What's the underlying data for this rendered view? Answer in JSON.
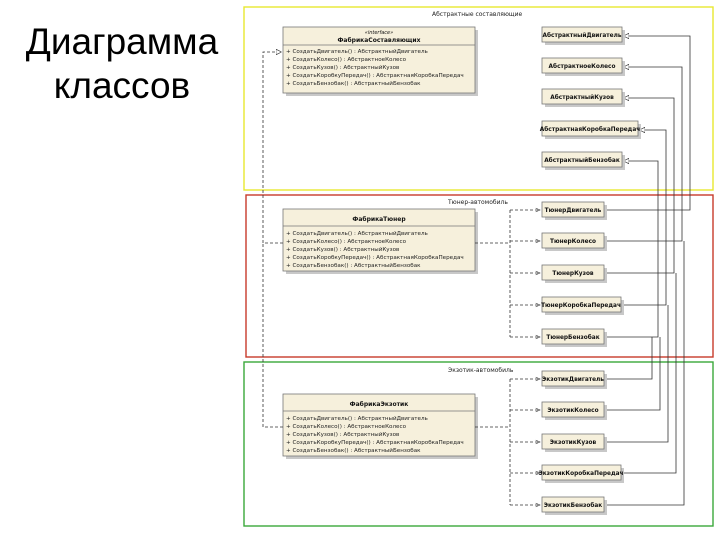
{
  "slide": {
    "title_line1": "Диаграмма",
    "title_line2": "классов"
  },
  "packages": [
    {
      "label": "Абстрактные составляющие",
      "color": "#e8e830"
    },
    {
      "label": "Тюнер-автомобиль",
      "color": "#c83a2a"
    },
    {
      "label": "Экзотик-автомобиль",
      "color": "#3aa83a"
    }
  ],
  "factories": [
    {
      "stereotype": "«interface»",
      "name": "ФабрикаСоставляющих",
      "operations": [
        "+ СоздатьДвигатель() : АбстрактныйДвигатель",
        "+ СоздатьКолесо() : АбстрактноеКолесо",
        "+ СоздатьКузов() : АбстрактныйКузов",
        "+ СоздатьКоробкуПередач() : АбстрактнаяКоробкаПередач",
        "+ СоздатьБензобак() : АбстрактныйБензобак"
      ]
    },
    {
      "stereotype": "",
      "name": "ФабрикаТюнер",
      "operations": [
        "+ СоздатьДвигатель() : АбстрактныйДвигатель",
        "+ СоздатьКолесо() : АбстрактноеКолесо",
        "+ СоздатьКузов() : АбстрактныйКузов",
        "+ СоздатьКоробкуПередач() : АбстрактнаяКоробкаПередач",
        "+ СоздатьБензобак() : АбстрактныйБензобак"
      ]
    },
    {
      "stereotype": "",
      "name": "ФабрикаЭкзотик",
      "operations": [
        "+ СоздатьДвигатель() : АбстрактныйДвигатель",
        "+ СоздатьКолесо() : АбстрактноеКолесо",
        "+ СоздатьКузов() : АбстрактныйКузов",
        "+ СоздатьКоробкуПередач() : АбстрактнаяКоробкаПередач",
        "+ СоздатьБензобак() : АбстрактныйБензобак"
      ]
    }
  ],
  "products": {
    "abstract": [
      "АбстрактныйДвигатель",
      "АбстрактноеКолесо",
      "АбстрактныйКузов",
      "АбстрактнаяКоробкаПередач",
      "АбстрактныйБензобак"
    ],
    "tuner": [
      "ТюнерДвигатель",
      "ТюнерКолесо",
      "ТюнерКузов",
      "ТюнерКоробкаПередач",
      "ТюнерБензобак"
    ],
    "exotic": [
      "ЭкзотикДвигатель",
      "ЭкзотикКолесо",
      "ЭкзотикКузов",
      "ЭкзотикКоробкаПередач",
      "ЭкзотикБензобак"
    ]
  }
}
